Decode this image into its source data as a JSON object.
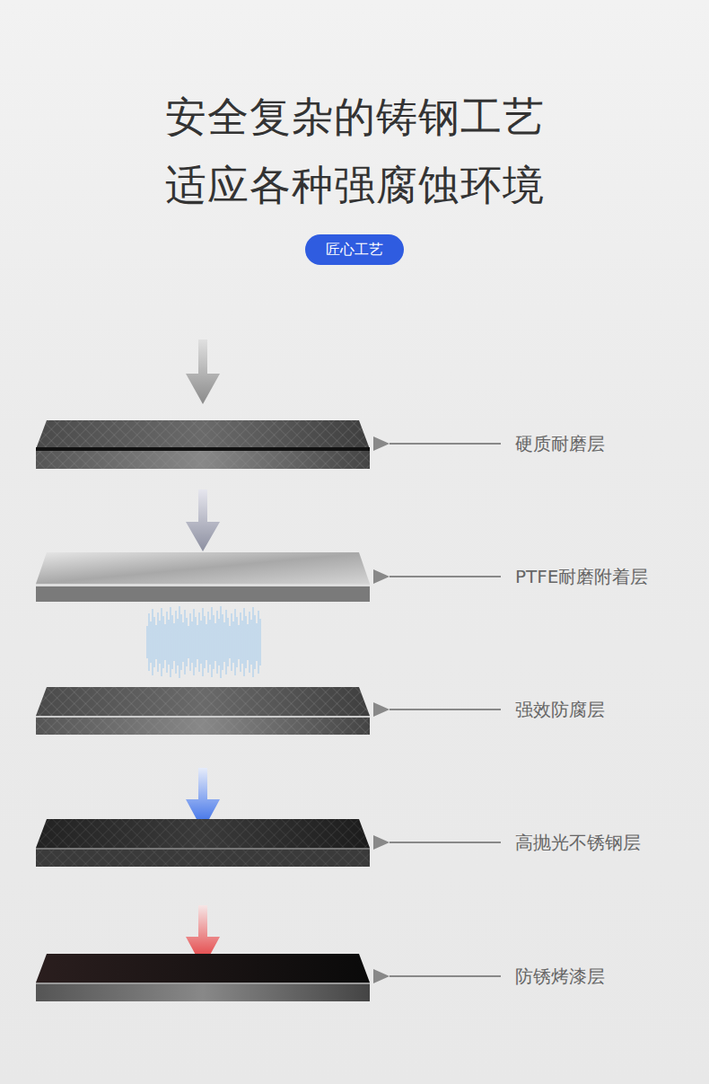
{
  "diagram": {
    "title": "安全复杂的铸钢工艺 适应各种强腐蚀环境",
    "nodes": [
      {
        "text": [
          "匠心工艺"
        ]
      }
    ],
    "labels": [
      "硬质耐磨层",
      "PTFE耐磨附着层",
      "强效防腐层",
      "高抛光不锈钢层",
      "防锈烤漆层"
    ]
  }
}
